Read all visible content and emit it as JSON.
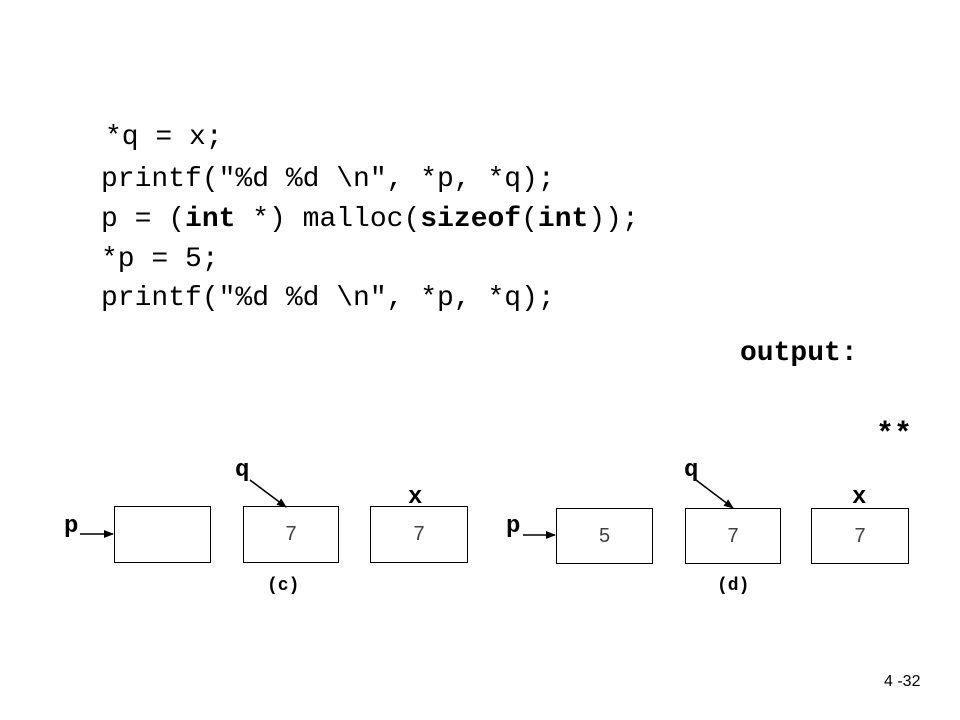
{
  "code": {
    "line1": "*q = x;",
    "line2": "printf(\"%d %d \\n\", *p, *q);",
    "line3": {
      "a": "p = (",
      "b": "int",
      "c": " *) malloc(",
      "d": "sizeof",
      "e": "(",
      "f": "int",
      "g": "));"
    },
    "line4": "*p = 5;",
    "line5": "printf(\"%d %d \\n\", *p, *q);"
  },
  "output": {
    "label": "output:",
    "value": "**"
  },
  "diagram_c": {
    "p_label": "p",
    "q_label": "q",
    "x_label": "x",
    "p_box_value": "",
    "q_box_value": "7",
    "x_box_value": "7",
    "caption": "(c)"
  },
  "diagram_d": {
    "p_label": "p",
    "q_label": "q",
    "x_label": "x",
    "p_box_value": "5",
    "q_box_value": "7",
    "x_box_value": "7",
    "caption": "(d)"
  },
  "page_number": "4 -32"
}
